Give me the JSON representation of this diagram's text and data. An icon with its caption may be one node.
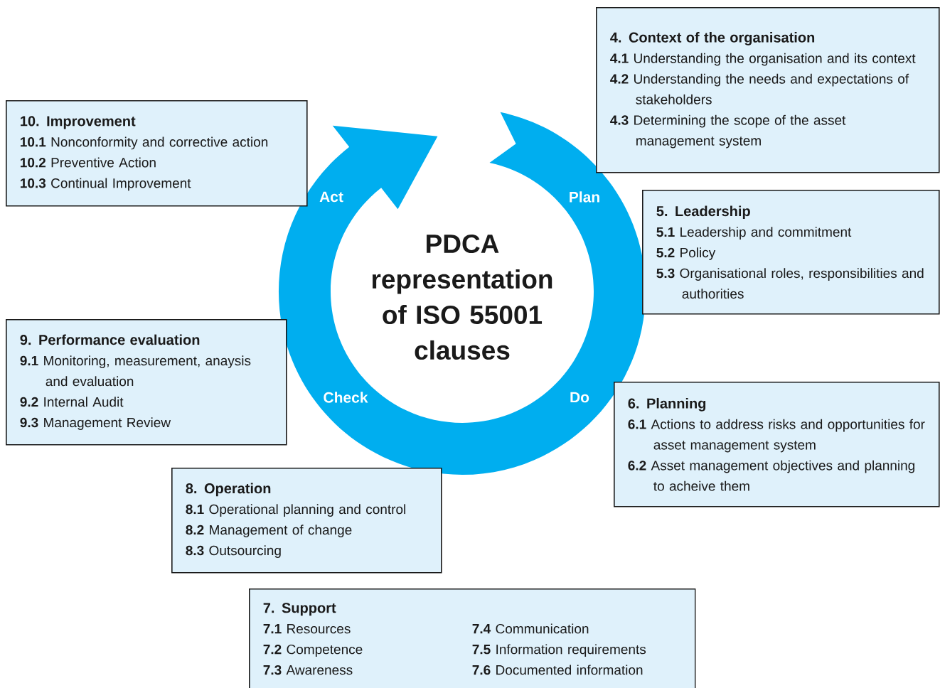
{
  "diagram": {
    "title": "PDCA representation of ISO 55001 clauses",
    "nodes": [
      {
        "text": [
          "Act",
          "Plan",
          "Check",
          "Do"
        ]
      },
      {
        "text": [
          "10. Improvement",
          "**10.1** Nonconformity and corrective action",
          "**10.2** Preventive Action",
          "**10.3** Continual Improvement"
        ]
      },
      {
        "text": [
          "4. Context of the organisation",
          "**4.1** Understanding the organisation and its context",
          "**4.2** Understanding the needs and expectations of stakeholders",
          "**4.3** Determining the scope of the asset management system"
        ]
      },
      {
        "text": [
          "5. Leadership",
          "**5.1** Leadership and commitment",
          "**5.2** Policy",
          "**5.3** Organisational roles, responsibilities and authorities"
        ]
      },
      {
        "text": [
          "9. Performance evaluation",
          "**9.1** Monitoring, measurement, anaysis and evaluation",
          "**9.2** Internal Audit",
          "**9.3** Management Review"
        ]
      },
      {
        "text": [
          "6. Planning",
          "**6.1** Actions to address risks and opportunities for asset management system",
          "**6.2** Asset management objectives and planning to acheive them"
        ]
      },
      {
        "text": [
          "8. Operation",
          "**8.1** Operational planning and control",
          "**8.2** Management of change",
          "**8.3** Outsourcing"
        ]
      },
      {
        "text": [
          "7. Support",
          "**7.1** Resources",
          "**7.2** Competence",
          "**7.3** Awareness",
          "**7.4** Communication",
          "**7.5** Information requirements",
          "**7.6** Documented information"
        ]
      }
    ]
  }
}
